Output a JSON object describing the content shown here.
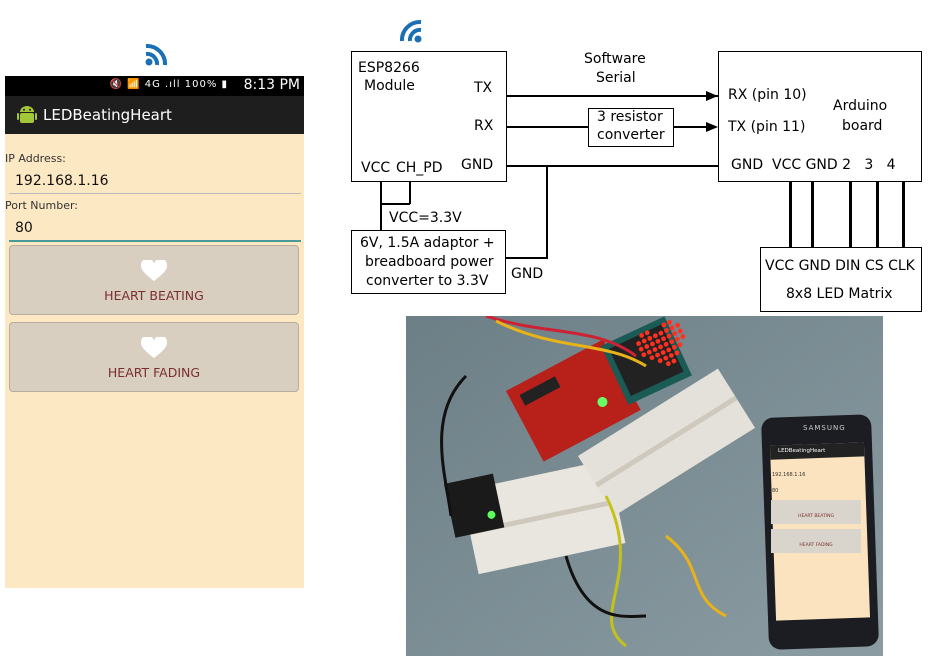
{
  "phone": {
    "status_time": "8:13 PM",
    "status_icons": "🔇 📶 4G .ıll 100% ▮",
    "app_title": "LEDBeatingHeart",
    "ip_label": "IP Address:",
    "ip_value": "192.168.1.16",
    "port_label": "Port Number:",
    "port_value": "80",
    "btn_beating": "HEART BEATING",
    "btn_fading": "HEART FADING"
  },
  "diagram": {
    "esp_title_1": "ESP8266",
    "esp_title_2": "Module",
    "esp_tx": "TX",
    "esp_rx": "RX",
    "esp_gnd": "GND",
    "esp_vcc": "VCC",
    "esp_chpd": "CH_PD",
    "software_serial_1": "Software",
    "software_serial_2": "Serial",
    "resistor_1": "3 resistor",
    "resistor_2": "converter",
    "arduino_rx": "RX (pin 10)",
    "arduino_tx": "TX (pin 11)",
    "arduino_title_1": "Arduino",
    "arduino_title_2": "board",
    "arduino_bottom": "GND  VCC GND 2   3   4",
    "vcc_label": "VCC=3.3V",
    "adaptor_1": "6V, 1.5A adaptor +",
    "adaptor_2": "breadboard power",
    "adaptor_3": "converter to 3.3V",
    "gnd_label": "GND",
    "matrix_pins": "VCC GND DIN CS CLK",
    "matrix_title": "8x8 LED Matrix"
  },
  "photo": {
    "phone_brand": "SAMSUNG",
    "phone_app": "LEDBeatingHeart",
    "phone_ip": "192.168.1.16",
    "phone_port": "80",
    "phone_btn1": "HEART BEATING",
    "phone_btn2": "HEART FADING"
  },
  "colors": {
    "wifi_blue": "#1a6fb5",
    "button_text": "#7a2e2e",
    "phone_bg": "#fde8c4",
    "led_red": "#ff3020"
  }
}
